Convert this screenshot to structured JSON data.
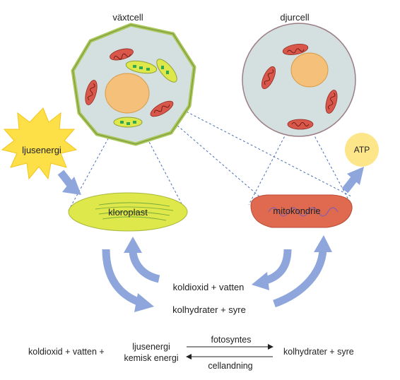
{
  "labels": {
    "plant_cell": "växtcell",
    "animal_cell": "djurcell",
    "light_energy": "ljusenergi",
    "atp": "ATP",
    "chloroplast": "kloroplast",
    "mitochondrion": "mitokondrie",
    "co2_water": "koldioxid + vatten",
    "carbs_oxygen": "kolhydrater + syre"
  },
  "equation": {
    "left": "koldioxid + vatten +",
    "energy_top": "ljusenergi",
    "energy_bottom": "kemisk energi",
    "forward": "fotosyntes",
    "backward": "cellandning",
    "right": "kolhydrater + syre"
  },
  "colors": {
    "cell_fill": "#d4dfe0",
    "plant_wall": "#a8c85a",
    "nucleus": "#f5c07a",
    "mitochondrion": "#d9574a",
    "chloroplast": "#dfe84a",
    "sun": "#fde047",
    "arrow": "#8ea6dc",
    "dashed": "#4a6fb5",
    "atp": "#fde68a"
  }
}
